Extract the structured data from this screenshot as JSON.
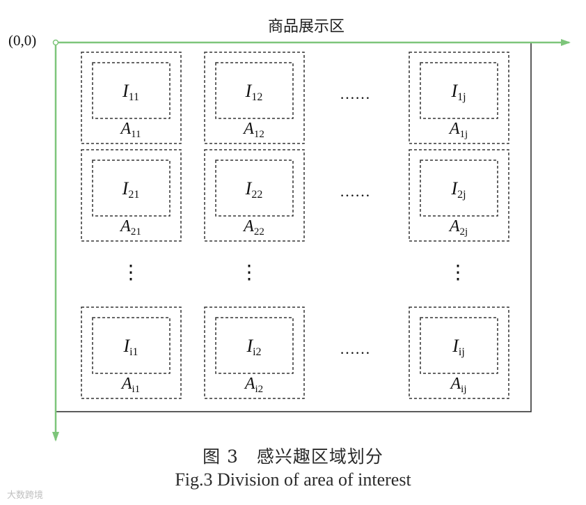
{
  "header": {
    "area_title": "商品展示区"
  },
  "axes": {
    "origin_label": "(0,0)",
    "axis_color": "#7dc57a"
  },
  "grid": {
    "rows": [
      {
        "cells": [
          {
            "inner": "I",
            "inner_sub": "11",
            "outer": "A",
            "outer_sub": "11"
          },
          {
            "inner": "I",
            "inner_sub": "12",
            "outer": "A",
            "outer_sub": "12"
          },
          {
            "inner": "I",
            "inner_sub": "1j",
            "outer": "A",
            "outer_sub": "1j"
          }
        ]
      },
      {
        "cells": [
          {
            "inner": "I",
            "inner_sub": "21",
            "outer": "A",
            "outer_sub": "21"
          },
          {
            "inner": "I",
            "inner_sub": "22",
            "outer": "A",
            "outer_sub": "22"
          },
          {
            "inner": "I",
            "inner_sub": "2j",
            "outer": "A",
            "outer_sub": "2j"
          }
        ]
      },
      {
        "cells": [
          {
            "inner": "I",
            "inner_sub": "i1",
            "outer": "A",
            "outer_sub": "i1"
          },
          {
            "inner": "I",
            "inner_sub": "i2",
            "outer": "A",
            "outer_sub": "i2"
          },
          {
            "inner": "I",
            "inner_sub": "ij",
            "outer": "A",
            "outer_sub": "ij"
          }
        ]
      }
    ],
    "horizontal_ellipsis": "……",
    "vertical_ellipsis": "⋮"
  },
  "caption": {
    "chinese": "图 3　感兴趣区域划分",
    "english": "Fig.3 Division of area of interest"
  },
  "watermark": "大数跨境"
}
